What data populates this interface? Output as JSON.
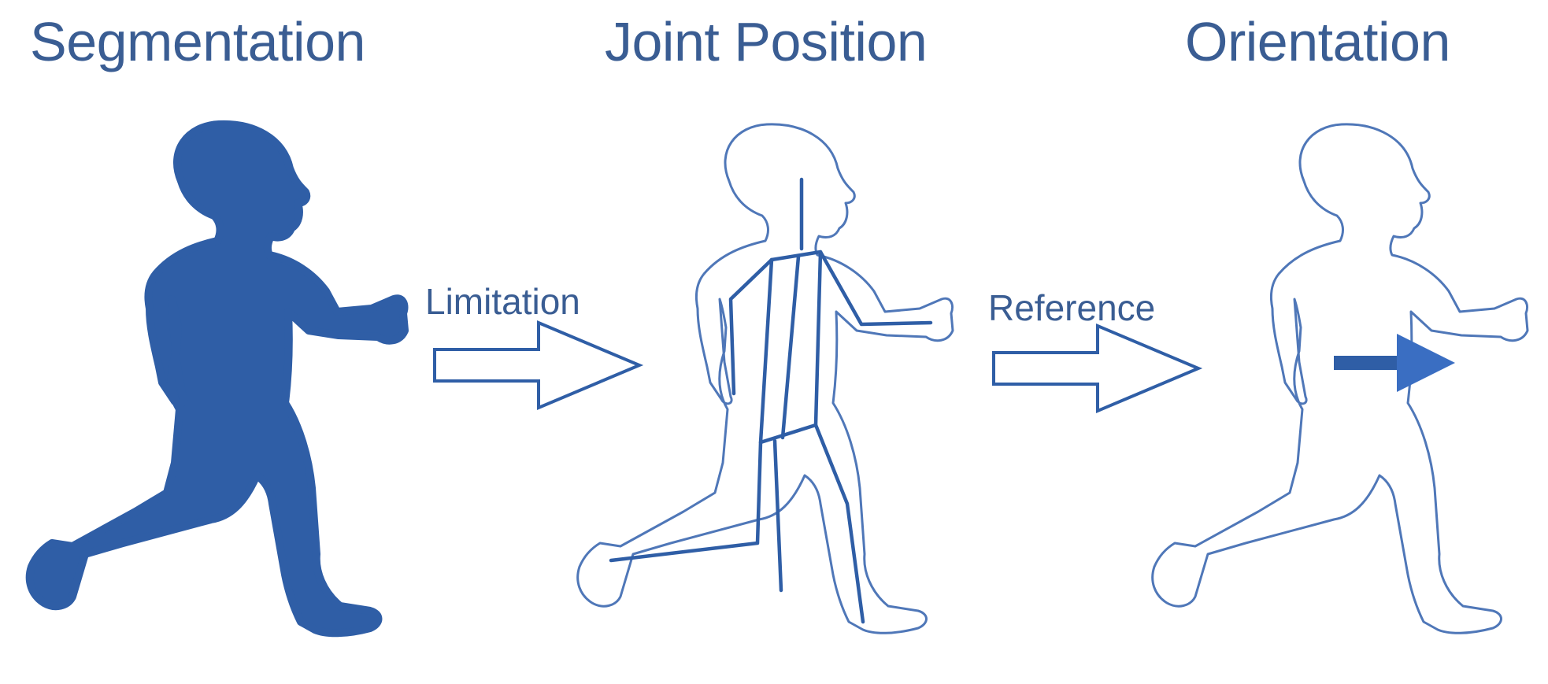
{
  "stages": [
    {
      "title": "Segmentation"
    },
    {
      "title": "Joint Position"
    },
    {
      "title": "Orientation"
    }
  ],
  "transitions": [
    {
      "label": "Limitation"
    },
    {
      "label": "Reference"
    }
  ],
  "colors": {
    "primary": "#2f5ea6",
    "text": "#3a5d93",
    "background": "#ffffff"
  },
  "icons": [
    "runner-silhouette-icon",
    "runner-skeleton-icon",
    "runner-outline-icon",
    "hollow-arrow-icon",
    "solid-arrow-icon"
  ]
}
